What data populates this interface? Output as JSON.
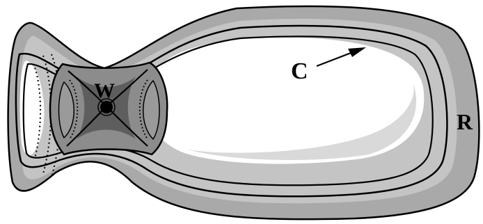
{
  "figure": {
    "labels": {
      "saddle": "W",
      "curve": "C",
      "region": "R"
    },
    "colors": {
      "outline": "#000000",
      "outer_band": "#a9a9a9",
      "middle_band": "#c4c4c4",
      "inner_band": "#d9d9d9",
      "interior": "#ffffff",
      "saddle_box": "#8c8c8c",
      "saddle_box_core": "#5e5e5e",
      "pocket": "#9a9a9a"
    }
  }
}
